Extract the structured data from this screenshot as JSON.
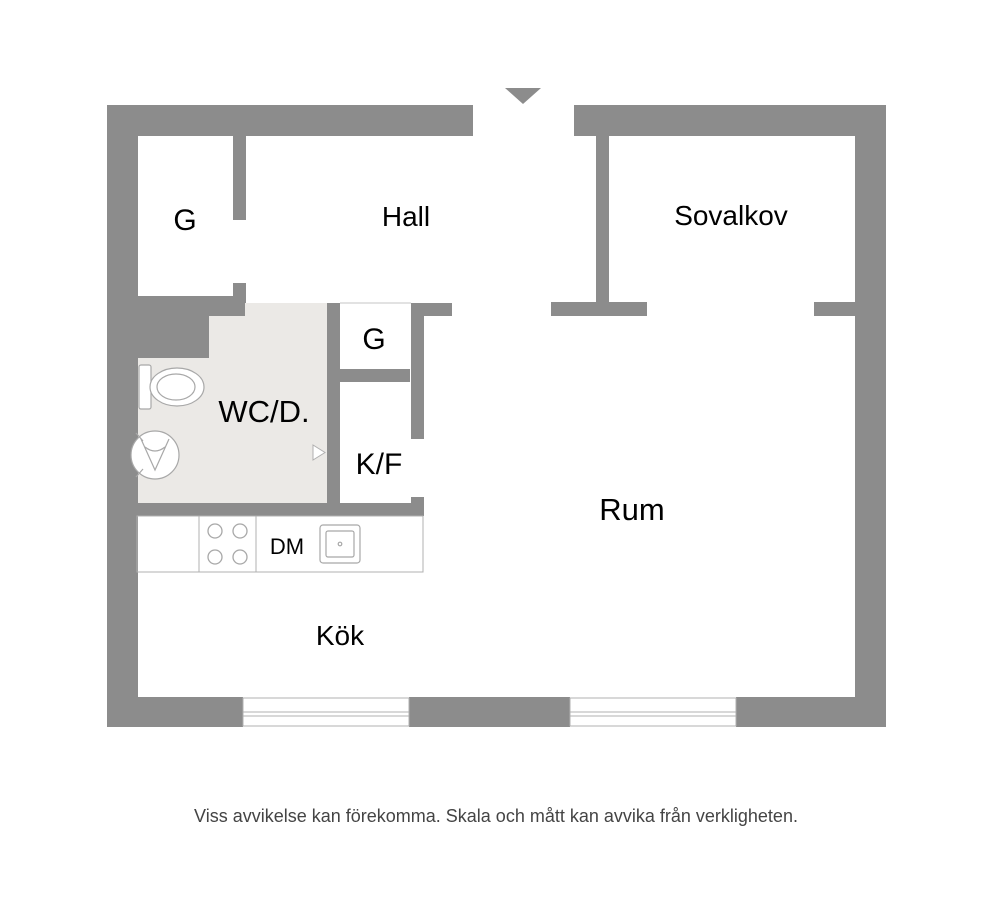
{
  "rooms": {
    "g_left": "G",
    "hall": "Hall",
    "sovalkov": "Sovalkov",
    "g_small": "G",
    "wc": "WC/D.",
    "kf": "K/F",
    "rum": "Rum",
    "dm": "DM",
    "kok": "Kök"
  },
  "disclaimer": "Viss avvikelse kan förekomma. Skala och mått kan avvika från verkligheten.",
  "colors": {
    "wall": "#8c8c8c",
    "wc_floor": "#ebe9e6",
    "fixture": "#a8a8a8"
  }
}
